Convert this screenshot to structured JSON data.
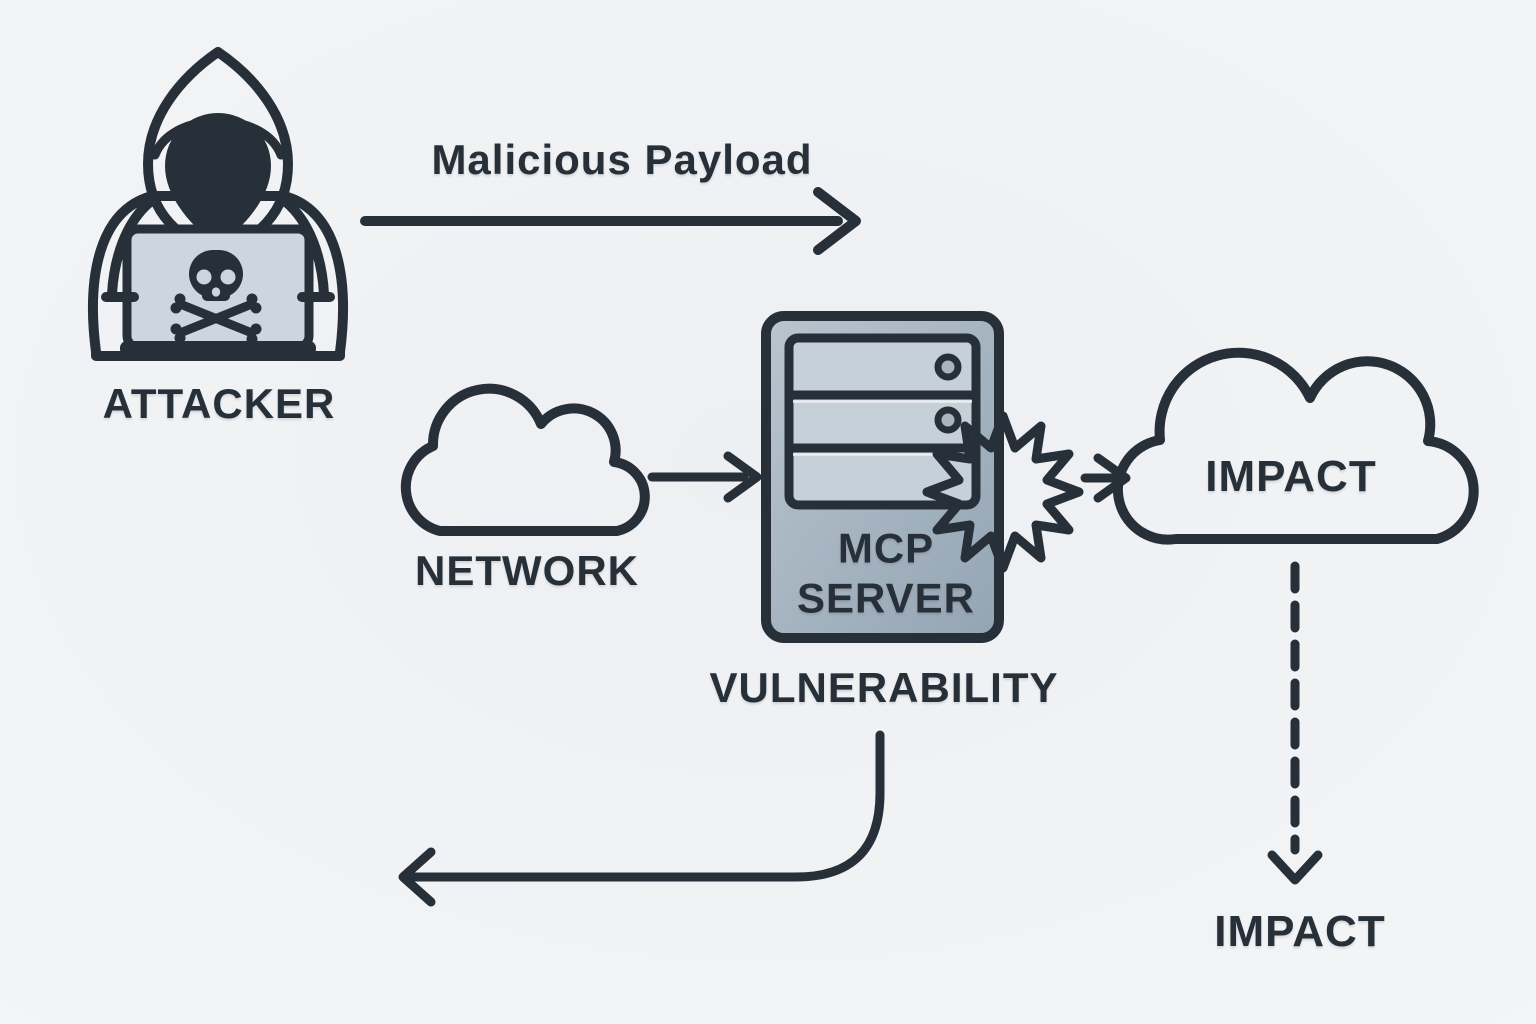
{
  "labels": {
    "malicious_payload": "Malicious Payload",
    "attacker": "ATTACKER",
    "network": "NETWORK",
    "mcp_line1": "MCP",
    "mcp_line2": "SERVER",
    "vulnerability": "VULNERABILITY",
    "impact_cloud": "IMPACT",
    "impact_result": "IMPACT"
  },
  "icons": {
    "attacker": "hooded-hacker-with-skull-laptop-icon",
    "network": "cloud-icon",
    "mcp_server": "server-tower-icon",
    "vulnerability": "starburst-explosion-icon",
    "impact": "cloud-icon"
  },
  "edges": [
    {
      "from": "attacker",
      "to": "mcp_server",
      "label": "Malicious Payload",
      "style": "solid-arrow"
    },
    {
      "from": "network",
      "to": "mcp_server",
      "label": "",
      "style": "solid-arrow"
    },
    {
      "from": "mcp_server",
      "to": "impact_cloud",
      "label": "",
      "style": "solid-arrow"
    },
    {
      "from": "impact_cloud",
      "to": "impact_result",
      "label": "",
      "style": "dashed-arrow"
    },
    {
      "from": "vulnerability",
      "to": "down-left",
      "label": "",
      "style": "curved-arrow"
    }
  ],
  "colors": {
    "background": "#f1f3f5",
    "outline": "#273039",
    "text": "#273039",
    "cloud_fill": "#bcc7d1",
    "server_fill_light": "#b9c5cf",
    "server_fill_dark": "#93a4b3",
    "server_slot_fill": "#c6d0d9",
    "hoodie_fill": "#a4b2c0",
    "hood_fill": "#aebbc8",
    "laptop_screen_fill": "#cdd6de",
    "burst_fill": "#bcc7d1"
  }
}
